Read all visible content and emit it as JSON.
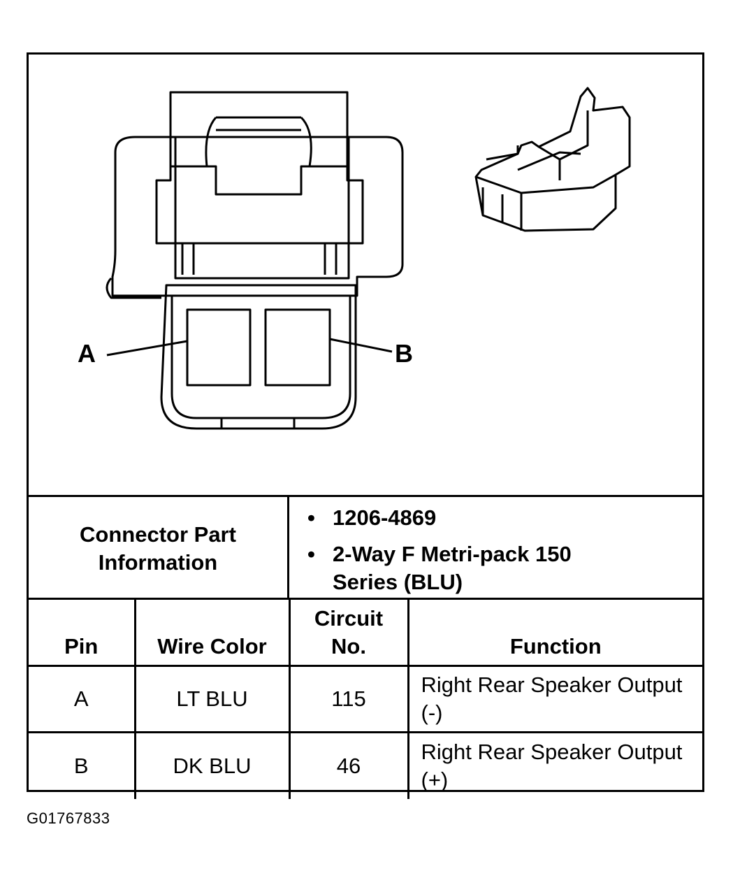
{
  "pin_labels": {
    "a": "A",
    "b": "B"
  },
  "connector_info": {
    "label": "Connector Part Information",
    "items": [
      "1206-4869",
      "2-Way F Metri-pack 150 Series (BLU)"
    ],
    "bullet": "•"
  },
  "pin_table": {
    "headers": {
      "pin": "Pin",
      "wire_color": "Wire Color",
      "circuit_no": "Circuit No.",
      "function": "Function"
    },
    "rows": [
      {
        "pin": "A",
        "wire_color": "LT BLU",
        "circuit_no": "115",
        "function": "Right Rear Speaker Output (-)"
      },
      {
        "pin": "B",
        "wire_color": "DK BLU",
        "circuit_no": "46",
        "function": "Right Rear Speaker Output (+)"
      }
    ]
  },
  "figure_id": "G01767833"
}
